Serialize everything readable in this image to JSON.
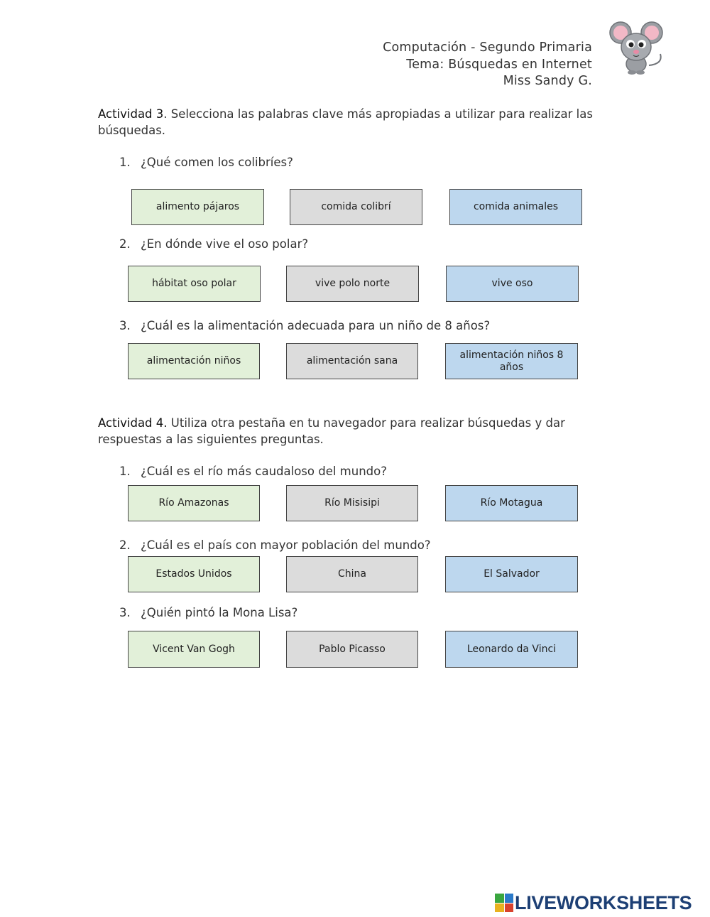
{
  "header": {
    "line1": "Computación - Segundo Primaria",
    "line2": "Tema: Búsquedas en Internet",
    "line3": "Miss Sandy G."
  },
  "activity3": {
    "lead": "Actividad 3",
    "text": ". Selecciona las palabras clave más apropiadas a utilizar para realizar las búsquedas.",
    "questions": [
      {
        "num": "1.",
        "text": "¿Qué comen los colibríes?",
        "options": [
          "alimento pájaros",
          "comida colibrí",
          "comida animales"
        ]
      },
      {
        "num": "2.",
        "text": "¿En dónde vive el oso polar?",
        "options": [
          "hábitat oso polar",
          "vive polo norte",
          "vive oso"
        ]
      },
      {
        "num": "3.",
        "text": "¿Cuál es la alimentación adecuada para un niño de 8 años?",
        "options": [
          "alimentación niños",
          "alimentación sana",
          "alimentación niños 8 años"
        ]
      }
    ]
  },
  "activity4": {
    "lead": "Actividad 4.",
    "text": " Utiliza otra pestaña en tu navegador para realizar búsquedas y dar respuestas a las siguientes preguntas.",
    "questions": [
      {
        "num": "1.",
        "text": "¿Cuál es el río más caudaloso del mundo?",
        "options": [
          "Río Amazonas",
          "Río Misisipi",
          "Río Motagua"
        ]
      },
      {
        "num": "2.",
        "text": "¿Cuál es el país con mayor población del mundo?",
        "options": [
          "Estados Unidos",
          "China",
          "El Salvador"
        ]
      },
      {
        "num": "3.",
        "text": "¿Quién pintó la Mona Lisa?",
        "options": [
          "Vicent Van Gogh",
          "Pablo Picasso",
          "Leonardo da Vinci"
        ]
      }
    ]
  },
  "colors": {
    "green": "#e2f0d9",
    "gray": "#dcdcdc",
    "blue": "#bdd7ee",
    "brand": "#1d3f74"
  },
  "brand": {
    "name": "LIVEWORKSHEETS",
    "icon": "liveworksheets-logo-icon"
  },
  "icons": {
    "mascot": "mouse-icon"
  }
}
